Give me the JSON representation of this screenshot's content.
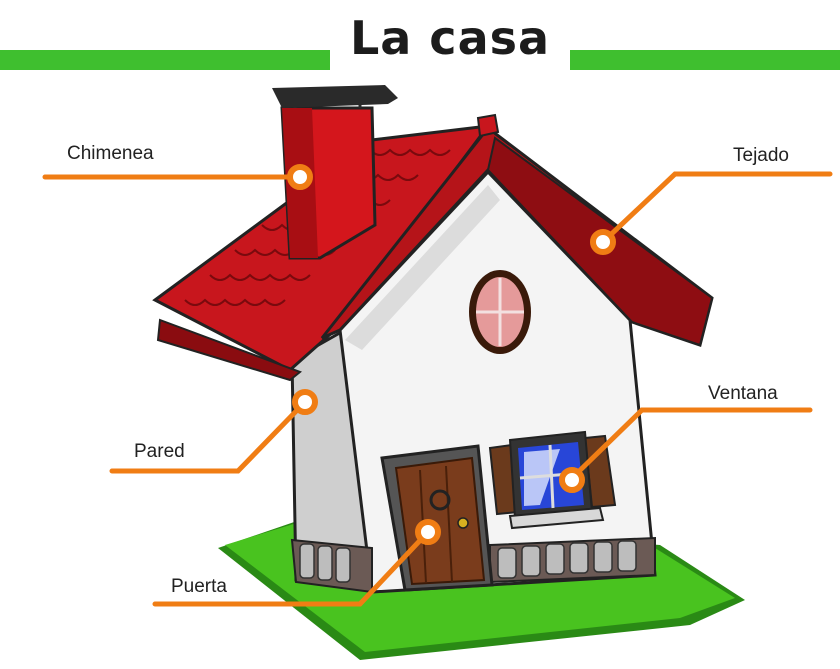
{
  "title": "La casa",
  "labels": {
    "chimenea": "Chimenea",
    "tejado": "Tejado",
    "pared": "Pared",
    "ventana": "Ventana",
    "puerta": "Puerta"
  },
  "colors": {
    "band": "#3fbf2f",
    "leader": "#f07d14",
    "roof": "#c8161d",
    "wall": "#f2f2f2",
    "door": "#7a3c1c",
    "grass": "#3dbb1c"
  }
}
